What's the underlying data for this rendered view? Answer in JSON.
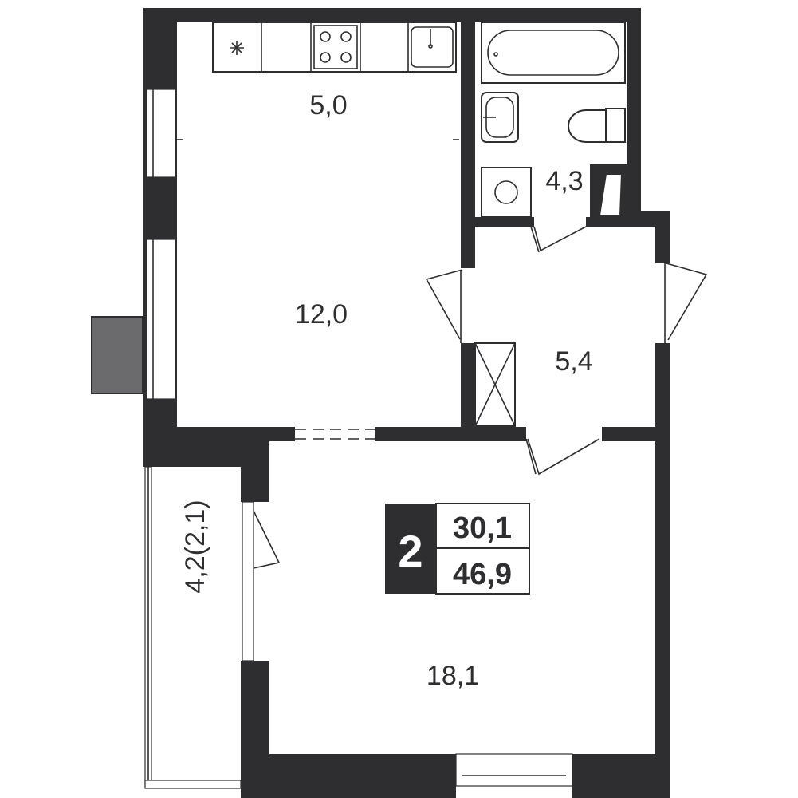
{
  "rooms": {
    "kitchen_zone": "5,0",
    "bathroom": "4,3",
    "kitchen_living": "12,0",
    "hallway": "5,4",
    "balcony": "4,2(2,1)",
    "living_room": "18,1"
  },
  "summary": {
    "room_count": "2",
    "living_area": "30,1",
    "total_area": "46,9"
  },
  "colors": {
    "wall": "#2e2e30",
    "radiator": "#6b6b6d",
    "background": "#ffffff"
  },
  "icons": {
    "fridge": "asterisk",
    "stove": "four-burner",
    "sink": "kitchen-sink",
    "bathtub": "bathtub",
    "washbasin": "washbasin",
    "toilet": "toilet",
    "washer": "washing-machine",
    "wardrobe": "cross-box"
  }
}
